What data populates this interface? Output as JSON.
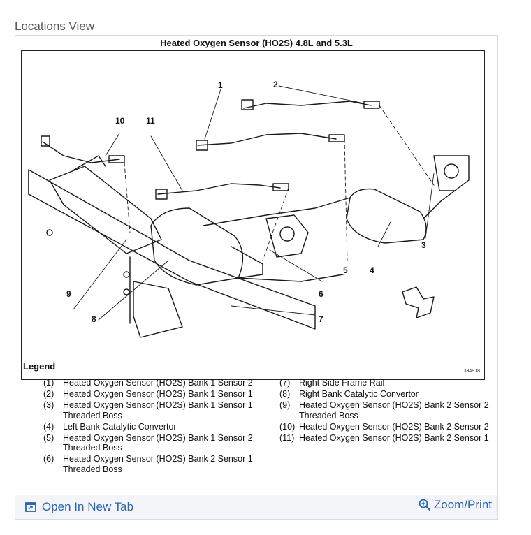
{
  "page": {
    "heading": "Locations View"
  },
  "figure": {
    "title": "Heated Oxygen Sensor (HO2S) 4.8L and 5.3L",
    "figure_id": "334918",
    "callouts": [
      "1",
      "2",
      "3",
      "4",
      "5",
      "6",
      "7",
      "8",
      "9",
      "10",
      "11"
    ]
  },
  "legend": {
    "heading": "Legend",
    "left": [
      {
        "num": "(1)",
        "text": "Heated Oxygen Sensor (HO2S) Bank 1 Sensor 2"
      },
      {
        "num": "(2)",
        "text": "Heated Oxygen Sensor (HO2S) Bank 1 Sensor 1"
      },
      {
        "num": "(3)",
        "text": "Heated Oxygen Sensor (HO2S) Bank 1 Sensor 1 Threaded Boss"
      },
      {
        "num": "(4)",
        "text": "Left Bank Catalytic Convertor"
      },
      {
        "num": "(5)",
        "text": "Heated Oxygen Sensor (HO2S) Bank 1 Sensor 2 Threaded Boss"
      },
      {
        "num": "(6)",
        "text": "Heated Oxygen Sensor (HO2S) Bank 2 Sensor 1 Threaded Boss"
      }
    ],
    "right": [
      {
        "num": "(7)",
        "text": "Right Side Frame Rail"
      },
      {
        "num": "(8)",
        "text": "Right Bank Catalytic Convertor"
      },
      {
        "num": "(9)",
        "text": "Heated Oxygen Sensor (HO2S) Bank 2 Sensor 2 Threaded Boss"
      },
      {
        "num": "(10)",
        "text": "Heated Oxygen Sensor (HO2S) Bank 2 Sensor 2"
      },
      {
        "num": "(11)",
        "text": "Heated Oxygen Sensor (HO2S) Bank 2 Sensor 1"
      }
    ]
  },
  "footer": {
    "open_tab_label": "Open In New Tab",
    "zoom_label": "Zoom/Print",
    "link_color": "#2a63b8"
  }
}
